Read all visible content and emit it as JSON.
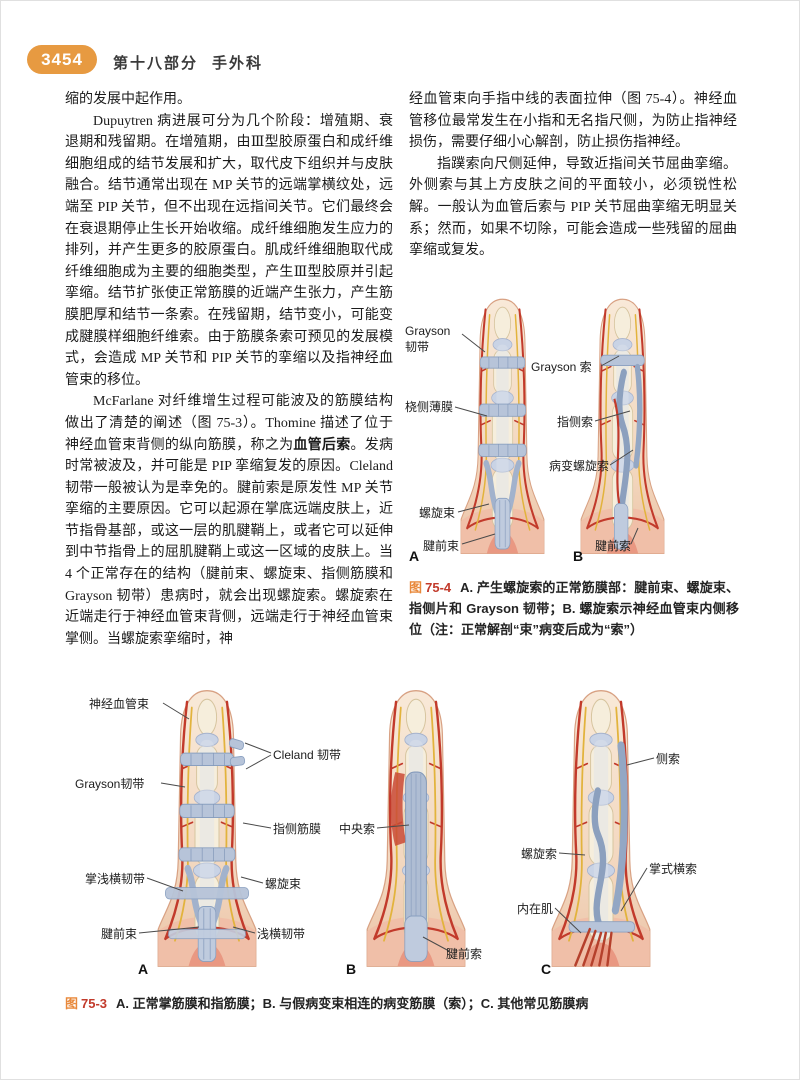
{
  "header": {
    "page_number": "3454",
    "section": "第十八部分",
    "title": "手外科"
  },
  "left_column": {
    "p1": "缩的发展中起作用。",
    "p2": "Dupuytren 病进展可分为几个阶段：增殖期、衰退期和残留期。在增殖期，由Ⅲ型胶原蛋白和成纤维细胞组成的结节发展和扩大，取代皮下组织并与皮肤融合。结节通常出现在 MP 关节的远端掌横纹处，远端至 PIP 关节，但不出现在远指间关节。它们最终会在衰退期停止生长开始收缩。成纤维细胞发生应力的排列，并产生更多的胶原蛋白。肌成纤维细胞取代成纤维细胞成为主要的细胞类型，产生Ⅲ型胶原并引起挛缩。结节扩张使正常筋膜的近端产生张力，产生筋膜肥厚和结节一条索。在残留期，结节变小，可能变成腱膜样细胞纤维索。由于筋膜条索可预见的发展模式，会造成 MP 关节和 PIP 关节的挛缩以及指神经血管束的移位。",
    "p3_before": "McFarlane 对纤维增生过程可能波及的筋膜结构做出了清楚的阐述（图 75-3）。Thomine 描述了位于神经血管束背侧的纵向筋膜，称之为",
    "p3_bold": "血管后索",
    "p3_after": "。发病时常被波及，并可能是 PIP 挛缩复发的原因。Cleland 韧带一般被认为是幸免的。腱前索是原发性 MP 关节挛缩的主要原因。它可以起源在掌底远端皮肤上，近节指骨基部，或这一层的肌腱鞘上，或者它可以延伸到中节指骨上的屈肌腱鞘上或这一区域的皮肤上。当 4 个正常存在的结构（腱前束、螺旋束、指侧筋膜和 Grayson 韧带）患病时，就会出现螺旋索。螺旋索在近端走行于神经血管束背侧，远端走行于神经血管束掌侧。当螺旋索挛缩时，神"
  },
  "right_column": {
    "p1": "经血管束向手指中线的表面拉伸（图 75-4）。神经血管移位最常发生在小指和无名指尺侧，为防止指神经损伤，需要仔细小心解剖，防止损伤指神经。",
    "p2": "指蹼索向尺侧延伸，导致近指间关节屈曲挛缩。外侧索与其上方皮肤之间的平面较小，必须锐性松解。一般认为血管后索与 PIP 关节屈曲挛缩无明显关系；然而，如果不切除，可能会造成一些残留的屈曲挛缩或复发。"
  },
  "figure4": {
    "labels": {
      "grayson_ligament": "Grayson 韧带",
      "radial_sheet": "桡侧薄膜",
      "spiral_band": "螺旋束",
      "pretendinous_band": "腱前束",
      "grayson_cord": "Grayson 索",
      "lateral_cord": "指侧索",
      "diseased_spiral_cord": "病变螺旋索",
      "pretendinous_cord": "腱前索"
    },
    "panel_a": "A",
    "panel_b": "B",
    "caption_fig": "图",
    "caption_num": "75-4",
    "caption_text": "A. 产生螺旋索的正常筋膜部：腱前束、螺旋束、指侧片和 Grayson 韧带；B. 螺旋索示神经血管束内侧移位（注：正常解剖“束”病变后成为“索”）"
  },
  "figure3": {
    "labels": {
      "neurovascular_bundle": "神经血管束",
      "cleland_ligament": "Cleland 韧带",
      "grayson_ligament": "Grayson韧带",
      "lateral_digital_sheet": "指侧筋膜",
      "palmar_transverse_ligament": "掌浅横韧带",
      "spiral_band": "螺旋束",
      "pretendinous_band": "腱前束",
      "superficial_transverse_ligament": "浅横韧带",
      "central_cord": "中央索",
      "pretendinous_cord": "腱前索",
      "lateral_cord": "侧索",
      "spiral_cord": "螺旋索",
      "palmar_transverse_cord": "掌式横索",
      "intrinsic_muscle": "内在肌"
    },
    "panel_a": "A",
    "panel_b": "B",
    "panel_c": "C",
    "caption_fig": "图",
    "caption_num": "75-3",
    "caption_text": "A. 正常掌筋膜和指筋膜；B. 与假病变束相连的病变筋膜（索）；C. 其他常见筋膜病"
  }
}
